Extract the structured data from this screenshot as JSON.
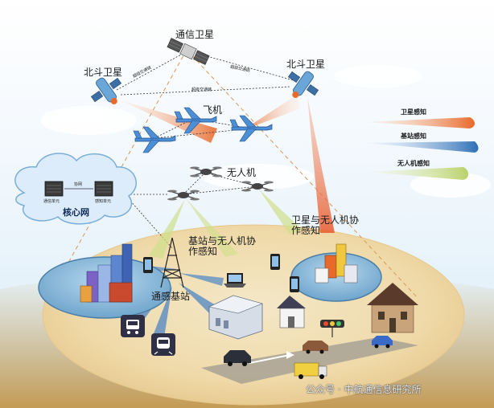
{
  "satellites": {
    "comm": "通信卫星",
    "beidou_left": "北斗卫星",
    "beidou_right": "北斗卫星"
  },
  "links": {
    "inter_left": "超级交通链",
    "inter_right": "超级交通链",
    "inter_bottom": "超级交通链"
  },
  "aircraft_label": "飞机",
  "uav_label": "无人机",
  "core_net": {
    "title": "核心网",
    "cable": "协网",
    "unit_left": "通信单元",
    "unit_right": "感知单元"
  },
  "cooperative_labels": {
    "sat_uav": "卫星与无人机协作感知",
    "bs_uav": "基站与无人机协作感知",
    "base_station": "通感基站"
  },
  "legend": [
    {
      "label": "卫星感知",
      "color": "#e8692a"
    },
    {
      "label": "基站感知",
      "color": "#2e6fb5"
    },
    {
      "label": "无人机感知",
      "color": "#b8d26a"
    }
  ],
  "watermark": "公众号 · 中航通信息研究所"
}
